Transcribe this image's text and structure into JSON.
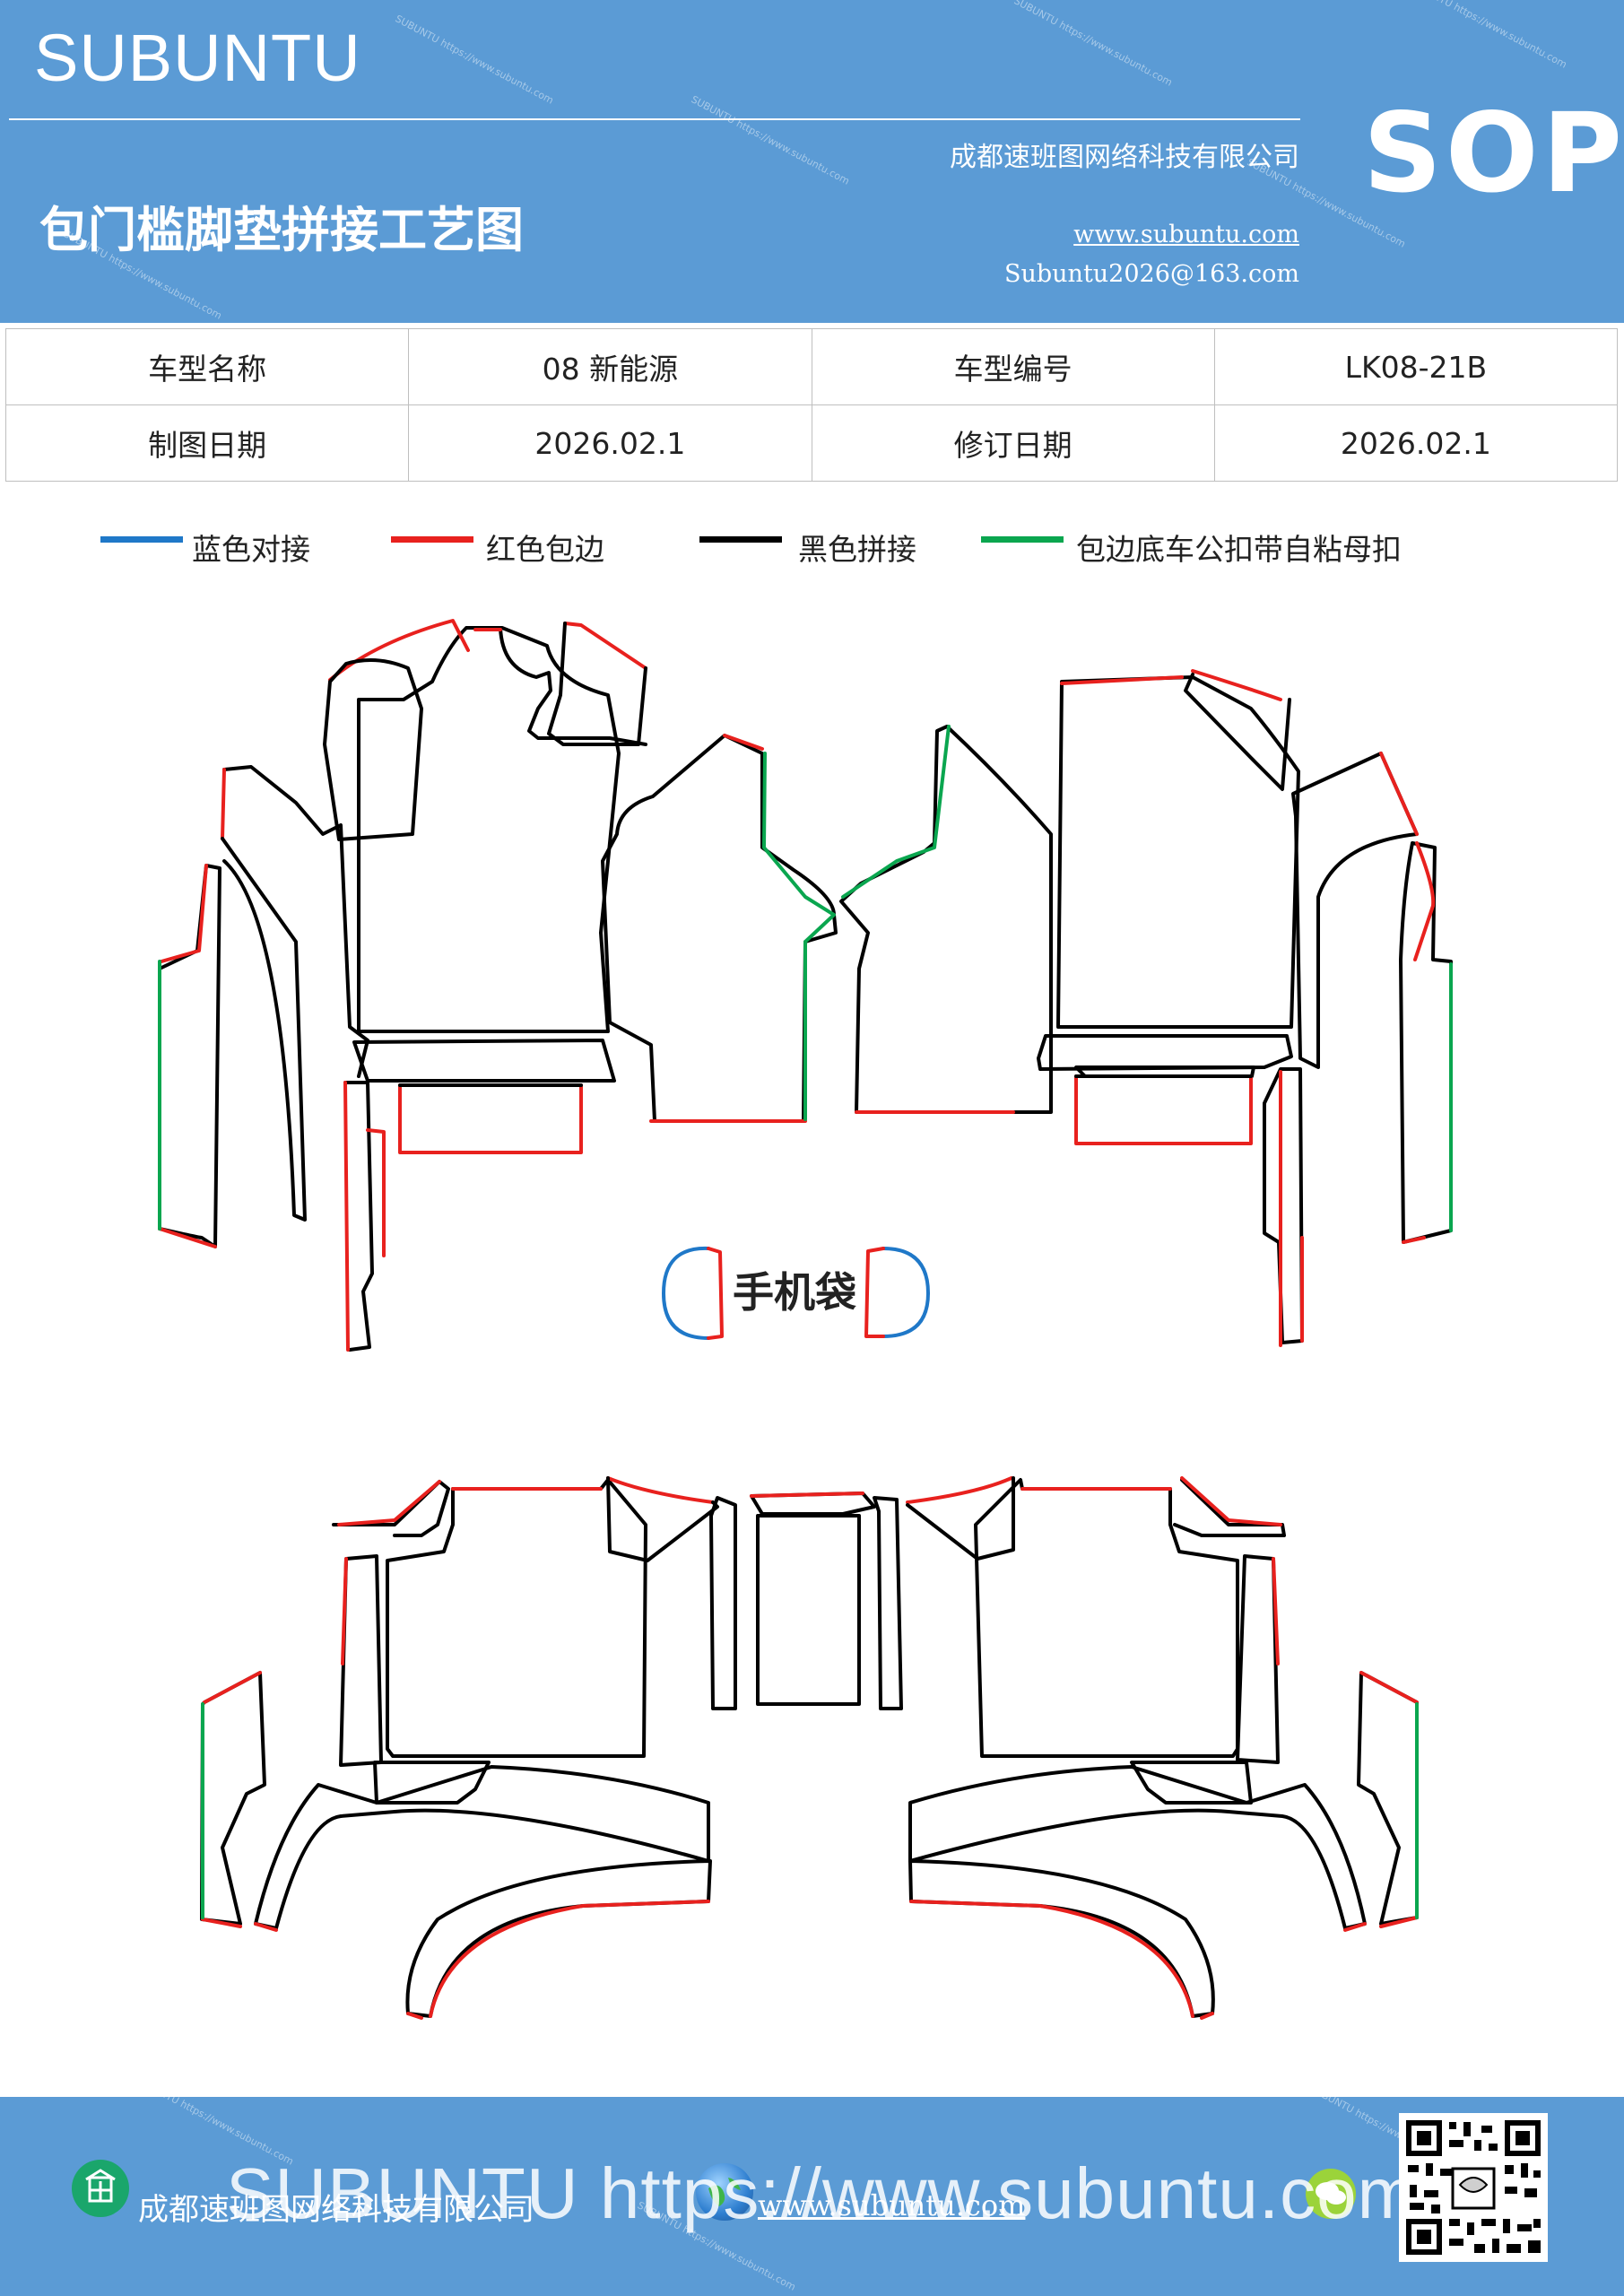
{
  "header": {
    "brand": "SUBUNTU",
    "badge": "SOP",
    "title": "包门槛脚垫拼接工艺图",
    "company": "成都速班图网络科技有限公司",
    "website": "www.subuntu.com",
    "email": "Subuntu2026@163.com"
  },
  "info_table": {
    "rows": [
      {
        "label1": "车型名称",
        "value1": "08 新能源",
        "label2": "车型编号",
        "value2": "LK08-21B"
      },
      {
        "label1": "制图日期",
        "value1": "2026.02.1",
        "label2": "修订日期",
        "value2": "2026.02.1"
      }
    ]
  },
  "legend": [
    {
      "label": "蓝色对接",
      "color": "#1f78c8"
    },
    {
      "label": "红色包边",
      "color": "#e8211e"
    },
    {
      "label": "黑色拼接",
      "color": "#000000"
    },
    {
      "label": "包边底车公扣带自粘母扣",
      "color": "#0aa64f"
    }
  ],
  "diagram": {
    "phone_bag_label": "手机袋"
  },
  "footer": {
    "company": "成都速班图网络科技有限公司",
    "website": "www.subuntu.com",
    "watermark": "SUBUNTU https://www.subuntu.com"
  }
}
